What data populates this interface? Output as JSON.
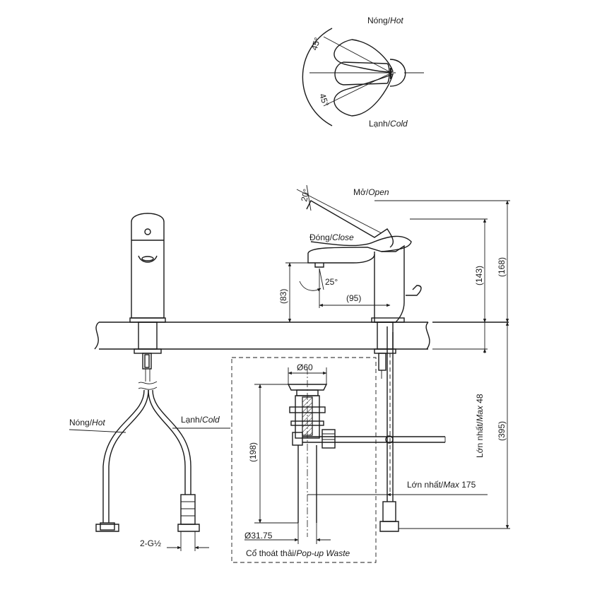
{
  "handle_top": {
    "hot": {
      "vn": "Nóng/",
      "en": "Hot"
    },
    "cold": {
      "vn": "Lạnh/",
      "en": "Cold"
    },
    "angle_upper": "45°",
    "angle_lower": "45°"
  },
  "side_view": {
    "open": {
      "vn": "Mở/",
      "en": "Open"
    },
    "close": {
      "vn": "Đóng/",
      "en": "Close"
    },
    "angle_lever": "20°",
    "angle_spout": "25°",
    "dim_spout_height": "(83)",
    "dim_spout_reach": "(95)",
    "dim_body_height": "(143)",
    "dim_total_height": "(168)",
    "dim_overall": "(395)",
    "max_48": {
      "vn": "Lớn nhất/",
      "en": "Max",
      "val": " 48"
    },
    "max_175": {
      "vn": "Lớn nhất/",
      "en": "Max",
      "val": " 175"
    }
  },
  "front_view": {
    "hot": {
      "vn": "Nóng/",
      "en": "Hot"
    },
    "cold": {
      "vn": "Lạnh/",
      "en": "Cold"
    },
    "thread": "2-G½"
  },
  "waste": {
    "dia_top": "Ø60",
    "dim_height": "(198)",
    "dia_bottom": "Ø31.75",
    "caption": {
      "vn": "Cổ thoát thải/",
      "en": "Pop-up Waste"
    }
  }
}
